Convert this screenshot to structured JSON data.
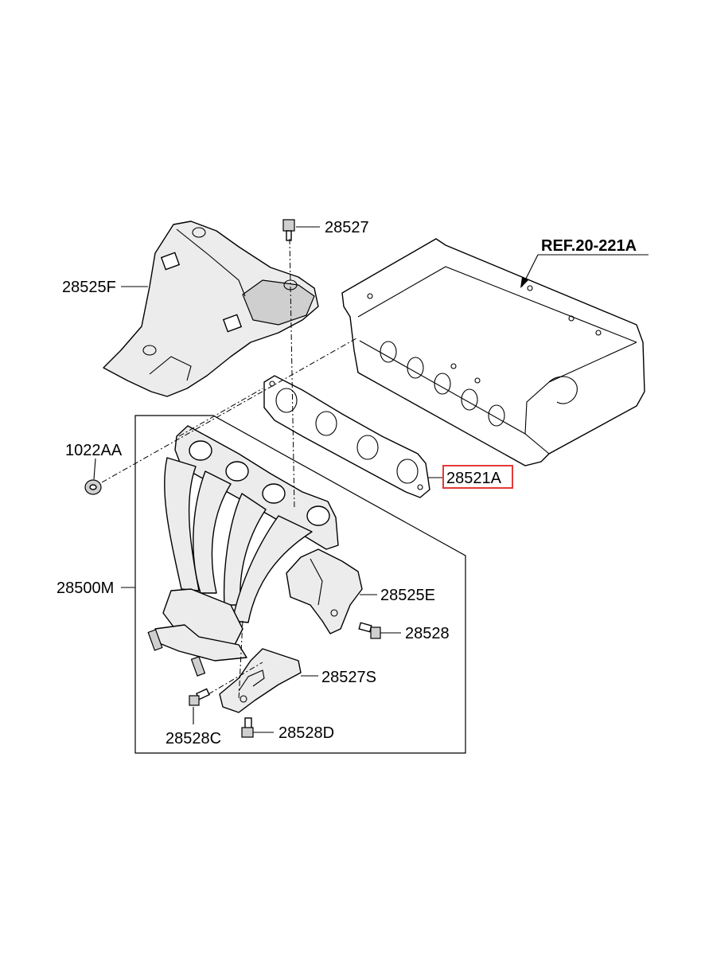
{
  "labels": {
    "ref": "REF.20-221A",
    "p28527": "28527",
    "p28525F": "28525F",
    "p1022AA": "1022AA",
    "p28521A": "28521A",
    "p28500M": "28500M",
    "p28525E": "28525E",
    "p28528": "28528",
    "p28527S": "28527S",
    "p28528C": "28528C",
    "p28528D": "28528D"
  },
  "highlight": {
    "label": "28521A",
    "color": "#e53935"
  }
}
